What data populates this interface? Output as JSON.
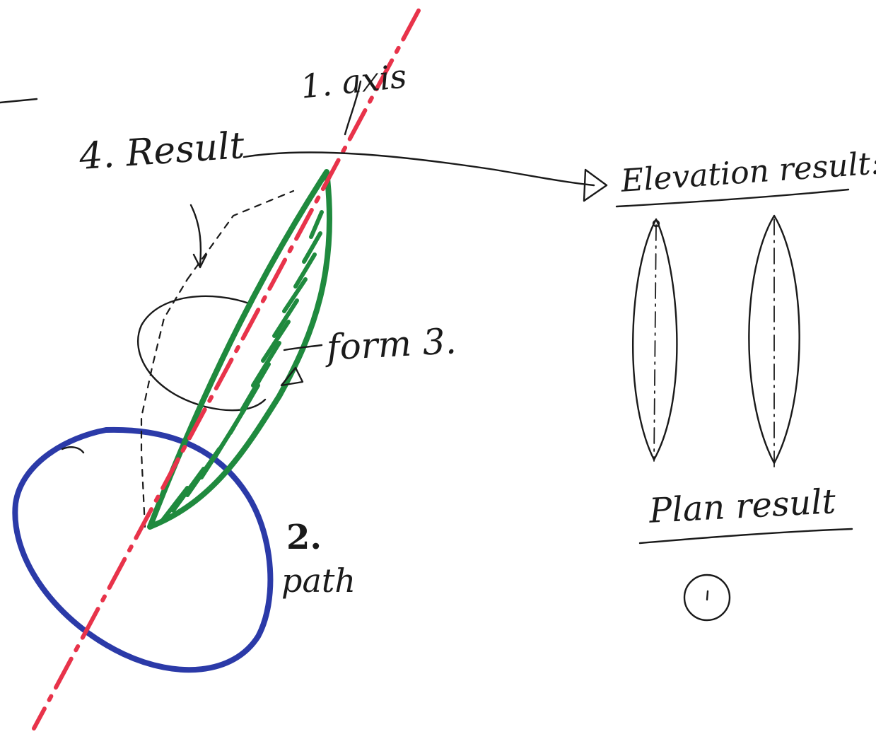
{
  "labels": {
    "axis": "1. axis",
    "result": "4. Result",
    "form": "form 3.",
    "path_number": "2.",
    "path_word": "path",
    "elevation_result": "Elevation result:",
    "plan_result": "Plan result"
  },
  "colors": {
    "axis": "#e8334a",
    "path": "#2b3aa8",
    "form": "#1f8a3e",
    "ink": "#1a1a1a"
  }
}
